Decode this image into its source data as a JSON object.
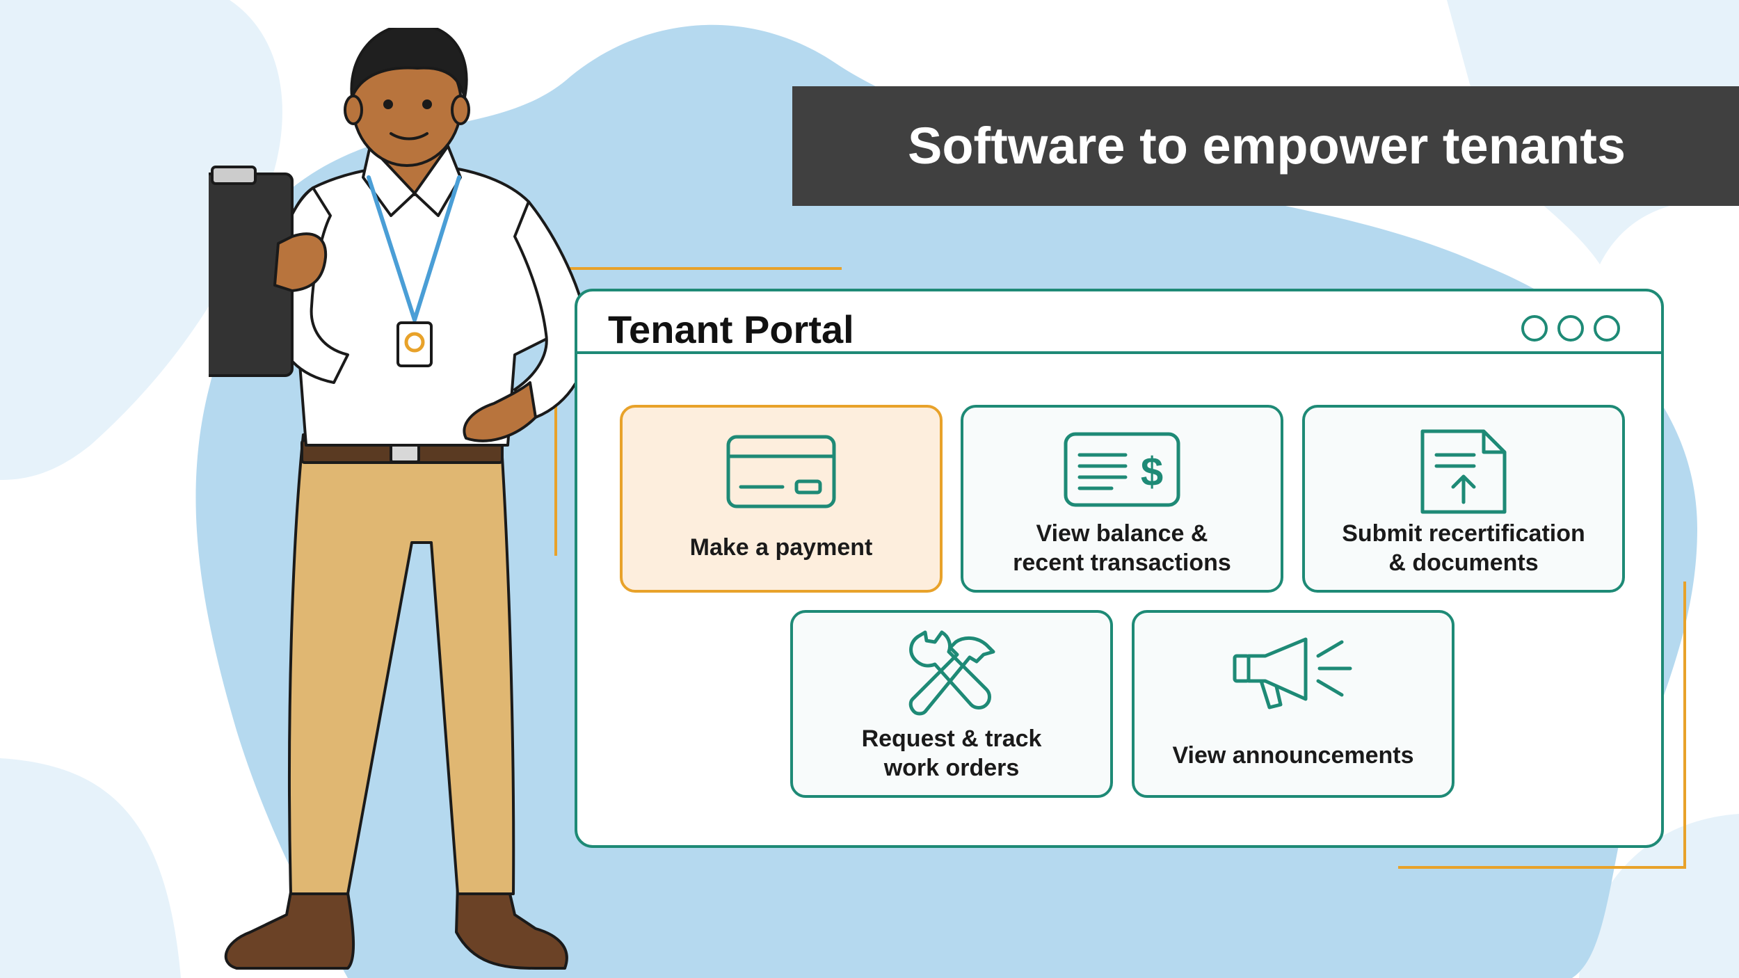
{
  "banner": {
    "title": "Software to empower tenants"
  },
  "portal": {
    "title": "Tenant Portal",
    "window_controls": [
      "circle-button",
      "circle-button",
      "circle-button"
    ],
    "tiles": [
      {
        "label": "Make a payment",
        "icon": "credit-card-icon",
        "state": "active"
      },
      {
        "label": "View balance &\nrecent transactions",
        "icon": "statement-dollar-icon",
        "state": "default"
      },
      {
        "label": "Submit recertification\n& documents",
        "icon": "document-upload-icon",
        "state": "default"
      },
      {
        "label": "Request & track\nwork orders",
        "icon": "wrench-hammer-icon",
        "state": "default"
      },
      {
        "label": "View announcements",
        "icon": "megaphone-icon",
        "state": "default"
      }
    ]
  },
  "colors": {
    "accent_teal": "#1e8a76",
    "accent_orange": "#e8a22a",
    "banner_bg": "#404040",
    "active_tile_bg": "#fdeedd",
    "background_blob": "#b5d9ef",
    "background_light": "#e6f2fa"
  }
}
